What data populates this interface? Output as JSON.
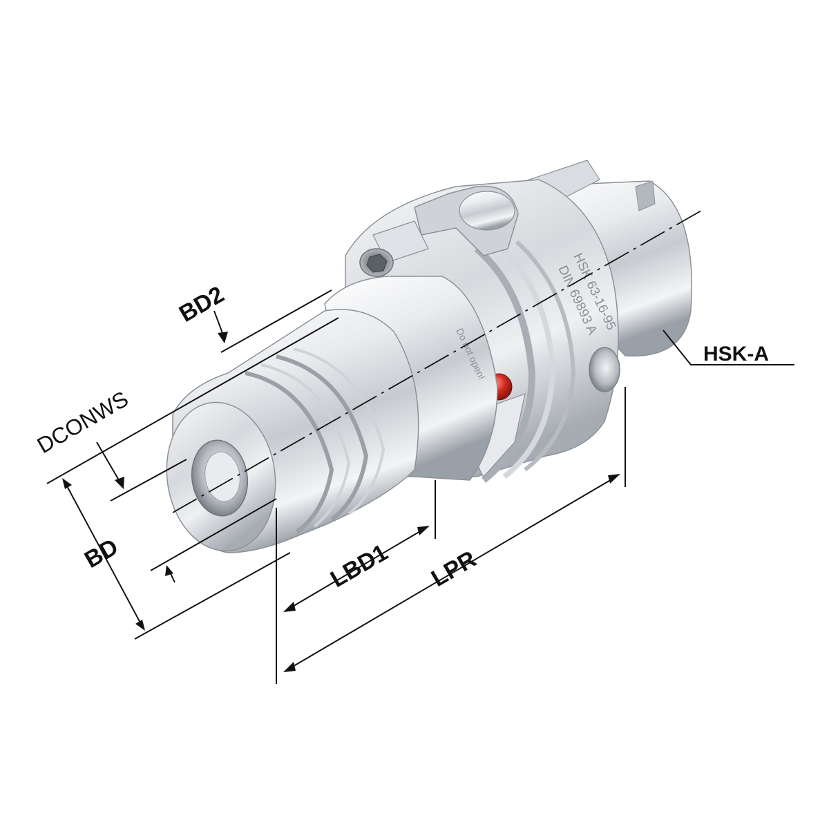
{
  "labels": {
    "bd2": "BD2",
    "dconws": "DCONWS",
    "bd": "BD",
    "lbd1": "LBD1",
    "lpr": "LPR",
    "hsk_a": "HSK-A"
  },
  "engraving": {
    "line1": "HSK 63-16-95",
    "line2": "DIN 69893 A",
    "warning": "Do not open!"
  },
  "colors": {
    "steel_light": "#f4f5f7",
    "steel_mid": "#c9ccd1",
    "steel_dark": "#7d828a",
    "indicator_red": "#d0281e",
    "line": "#111111"
  }
}
